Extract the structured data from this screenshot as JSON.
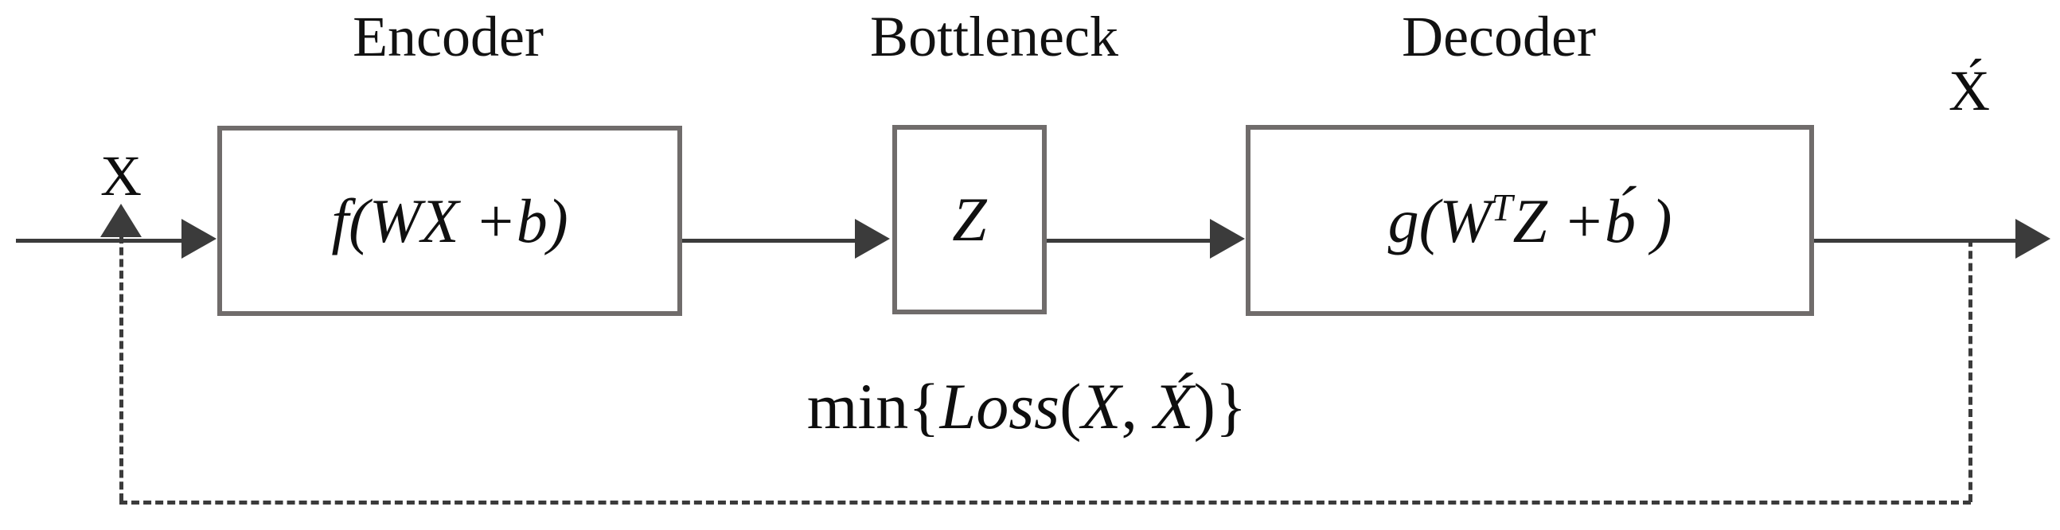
{
  "diagram": {
    "type": "autoencoder-block-diagram",
    "colors": {
      "box_border": "#706c6b",
      "line": "#3b3b3b",
      "text": "#101010",
      "background": "#ffffff"
    },
    "titles": {
      "encoder": "Encoder",
      "bottleneck": "Bottleneck",
      "decoder": "Decoder"
    },
    "blocks": {
      "encoder_formula_prefix": "f(WX +b)",
      "encoder_f": "f(",
      "encoder_wx": "WX",
      "encoder_plus_b": " +b)",
      "bottleneck_symbol": "Z",
      "decoder_g": "g(",
      "decoder_w": "W",
      "decoder_t": "T",
      "decoder_z": "Z",
      "decoder_plus_b": " +b́ )"
    },
    "signals": {
      "input_label": "X",
      "output_label": "X́"
    },
    "loss": {
      "min_text": "min{",
      "loss_text": "Loss",
      "args_open": "(",
      "arg_x": "X",
      "arg_sep": ", ",
      "arg_xhat": "X́",
      "args_close": ")",
      "min_close": "}",
      "full_text": "min{Loss(X, X́)}"
    },
    "connectors": {
      "input_arrow": "arrow-right",
      "encoder_to_bottleneck": "arrow-right",
      "bottleneck_to_decoder": "arrow-right",
      "decoder_to_output": "arrow-right",
      "feedback_arrow": "arrow-up",
      "feedback_style": "dashed"
    }
  }
}
